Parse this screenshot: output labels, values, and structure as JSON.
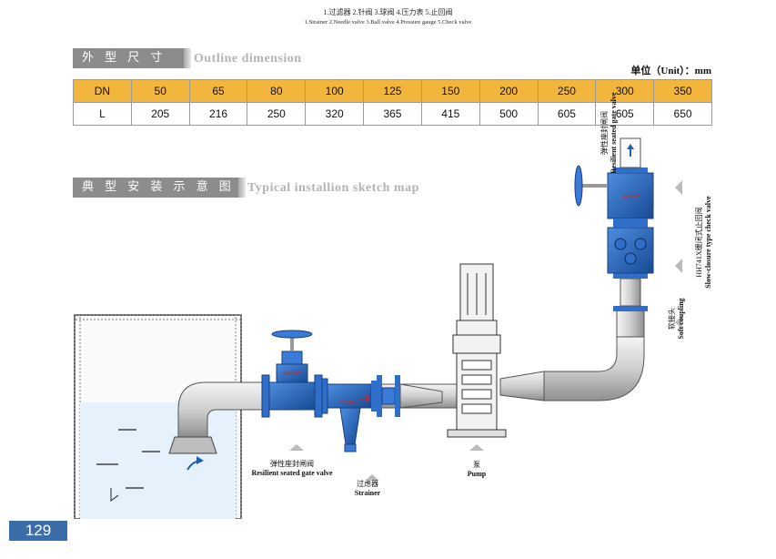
{
  "legend": {
    "zh": "1.过滤器  2.针阀  3.球阀  4.压力表  5.止回阀",
    "en": "1.Strainer 2.Needle valve 3.Ball valve 4.Pressure gauge 5.Check valve"
  },
  "outline": {
    "title_zh": "外 型 尺 寸",
    "title_en": "Outline dimension",
    "unit": "单位（Unit）：mm"
  },
  "table": {
    "rows": [
      [
        "DN",
        "50",
        "65",
        "80",
        "100",
        "125",
        "150",
        "200",
        "250",
        "300",
        "350"
      ],
      [
        "L",
        "205",
        "216",
        "250",
        "320",
        "365",
        "415",
        "500",
        "605",
        "605",
        "650"
      ]
    ]
  },
  "install": {
    "title_zh": "典 型 安 装 示 意 图",
    "title_en": "Typical  installion sketch map"
  },
  "labels": {
    "gate_zh": "弹性座封闸阀",
    "gate_en": "Resilient seated gate valve",
    "strainer_zh": "过虑器",
    "strainer_en": "Strainer",
    "pump_zh": "泵",
    "pump_en": "Pump",
    "right_gate_zh": "弹性座封闸阀",
    "right_gate_en": "Resilient seated gate valve",
    "check_zh": "HH741X缓闭式止回阀",
    "check_en": "Slow-closure type check valve",
    "coupling_zh": "软接头",
    "coupling_en": "Soft coupling",
    "brand": "YomteY"
  },
  "page_number": "129",
  "colors": {
    "header_orange": "#f3b63c",
    "valve_blue": "#1f5fb4",
    "page_badge": "#3b6ea8"
  }
}
